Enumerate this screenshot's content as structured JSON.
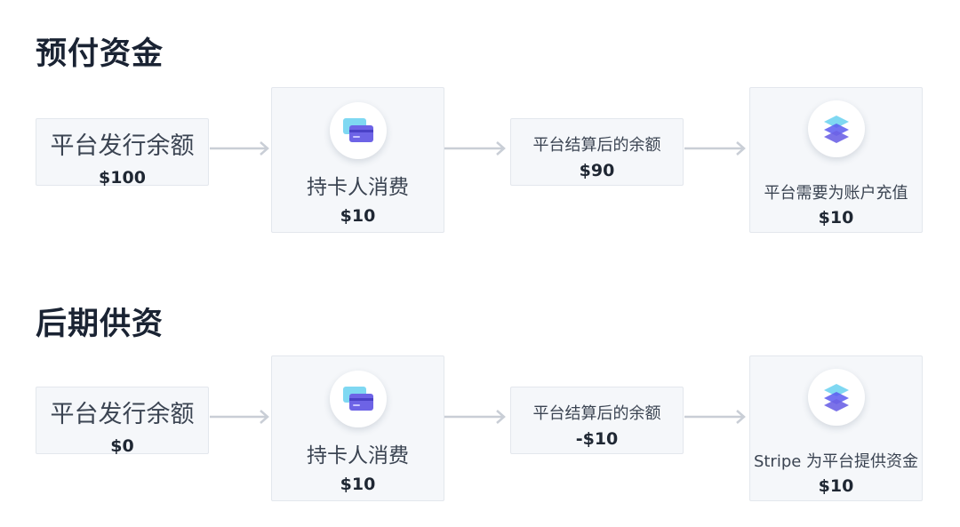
{
  "sections": [
    {
      "title": "预付资金",
      "issued": {
        "label": "平台发行余额",
        "amount": "$100"
      },
      "spend": {
        "label": "持卡人消费",
        "amount": "$10",
        "icon": "card-icon"
      },
      "settled": {
        "label": "平台结算后的余额",
        "amount": "$90"
      },
      "funding": {
        "label": "平台需要为账户充值",
        "amount": "$10",
        "icon": "layers-icon"
      }
    },
    {
      "title": "后期供资",
      "issued": {
        "label": "平台发行余额",
        "amount": "$0"
      },
      "spend": {
        "label": "持卡人消费",
        "amount": "$10",
        "icon": "card-icon"
      },
      "settled": {
        "label": "平台结算后的余额",
        "amount": "-$10"
      },
      "funding": {
        "label": "Stripe 为平台提供资金",
        "amount": "$10",
        "icon": "layers-icon"
      }
    }
  ],
  "colors": {
    "title": "#1a2333",
    "box_bg": "#f5f7fa",
    "arrow": "#c9ced6",
    "card_back": "#7fd8f2",
    "card_front": "#6d63e6",
    "layers": "#5b5bf0"
  }
}
